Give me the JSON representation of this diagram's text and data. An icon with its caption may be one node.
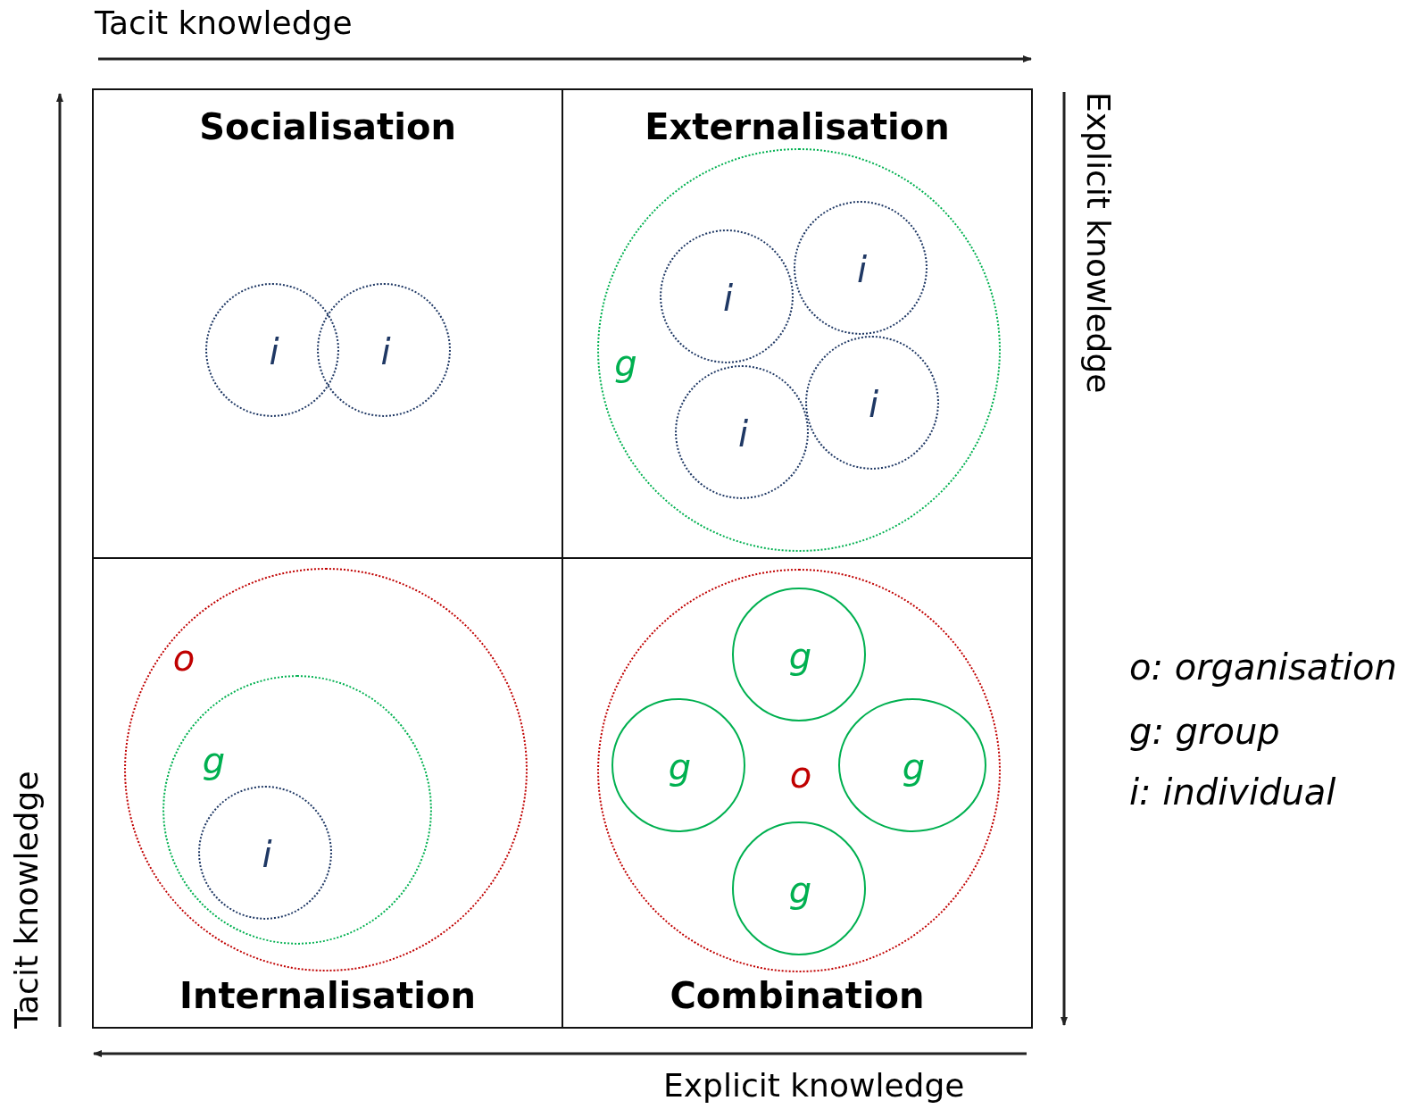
{
  "diagram": {
    "nodes": [
      {
        "text": [
          "Socialisation"
        ]
      },
      {
        "text": [
          "i"
        ],
        "in": 0
      },
      {
        "text": [
          "i"
        ],
        "in": 0
      },
      {
        "text": [
          "Externalisation"
        ]
      },
      {
        "text": [
          "g"
        ],
        "in": 3
      },
      {
        "text": [
          "i"
        ],
        "in": 4
      },
      {
        "text": [
          "i"
        ],
        "in": 4
      },
      {
        "text": [
          "i"
        ],
        "in": 4
      },
      {
        "text": [
          "i"
        ],
        "in": 4
      },
      {
        "text": [
          "Internalisation"
        ]
      },
      {
        "text": [
          "o"
        ],
        "in": 9
      },
      {
        "text": [
          "g"
        ],
        "in": 10
      },
      {
        "text": [
          "i"
        ],
        "in": 11
      },
      {
        "text": [
          "Combination"
        ]
      },
      {
        "text": [
          "o"
        ],
        "in": 13
      },
      {
        "text": [
          "g"
        ],
        "in": 14
      },
      {
        "text": [
          "g"
        ],
        "in": 14
      },
      {
        "text": [
          "g"
        ],
        "in": 14
      },
      {
        "text": [
          "g"
        ],
        "in": 14
      }
    ],
    "edges": [],
    "labels": [
      "Tacit knowledge",
      "Explicit knowledge",
      "Tacit knowledge",
      "Explicit knowledge",
      "o: organisation",
      "g: group",
      "i: individual"
    ]
  }
}
